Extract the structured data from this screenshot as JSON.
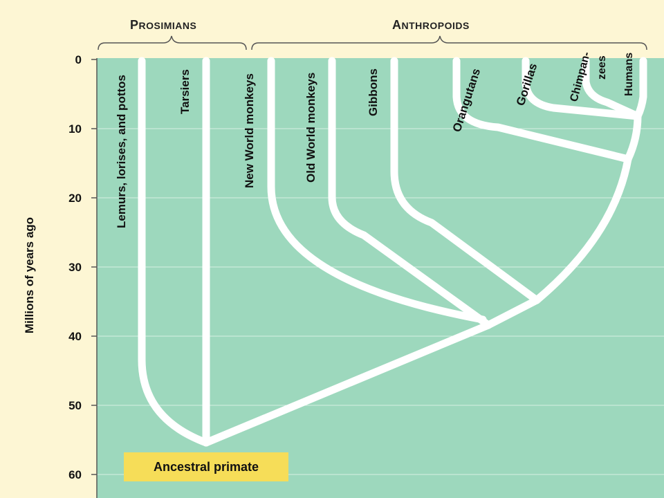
{
  "diagram": {
    "groups": [
      {
        "id": "prosimians",
        "first": "P",
        "rest": "ROSIMIANS"
      },
      {
        "id": "anthropoids",
        "first": "A",
        "rest": "NTHROPOIDS"
      }
    ],
    "y_axis": {
      "label": "Millions of years ago",
      "ticks": [
        0,
        10,
        20,
        30,
        40,
        50,
        60
      ]
    },
    "root_label": "Ancestral primate",
    "taxa": [
      {
        "id": "lemurs",
        "label": "Lemurs, lorises, and pottos"
      },
      {
        "id": "tarsiers",
        "label": "Tarsiers"
      },
      {
        "id": "nwm",
        "label": "New World monkeys"
      },
      {
        "id": "owm",
        "label": "Old World monkeys"
      },
      {
        "id": "gibbons",
        "label": "Gibbons"
      },
      {
        "id": "orangutans",
        "label": "Orangutans"
      },
      {
        "id": "gorillas",
        "label": "Gorillas"
      },
      {
        "id": "chimp1",
        "label": "Chimpan-"
      },
      {
        "id": "chimp2",
        "label": "zees"
      },
      {
        "id": "humans",
        "label": "Humans"
      }
    ],
    "colors": {
      "plot_bg": "#9dd8bd",
      "frame_bg": "#fdf6d4",
      "branch": "#ffffff",
      "root_box": "#f6dd58"
    }
  }
}
